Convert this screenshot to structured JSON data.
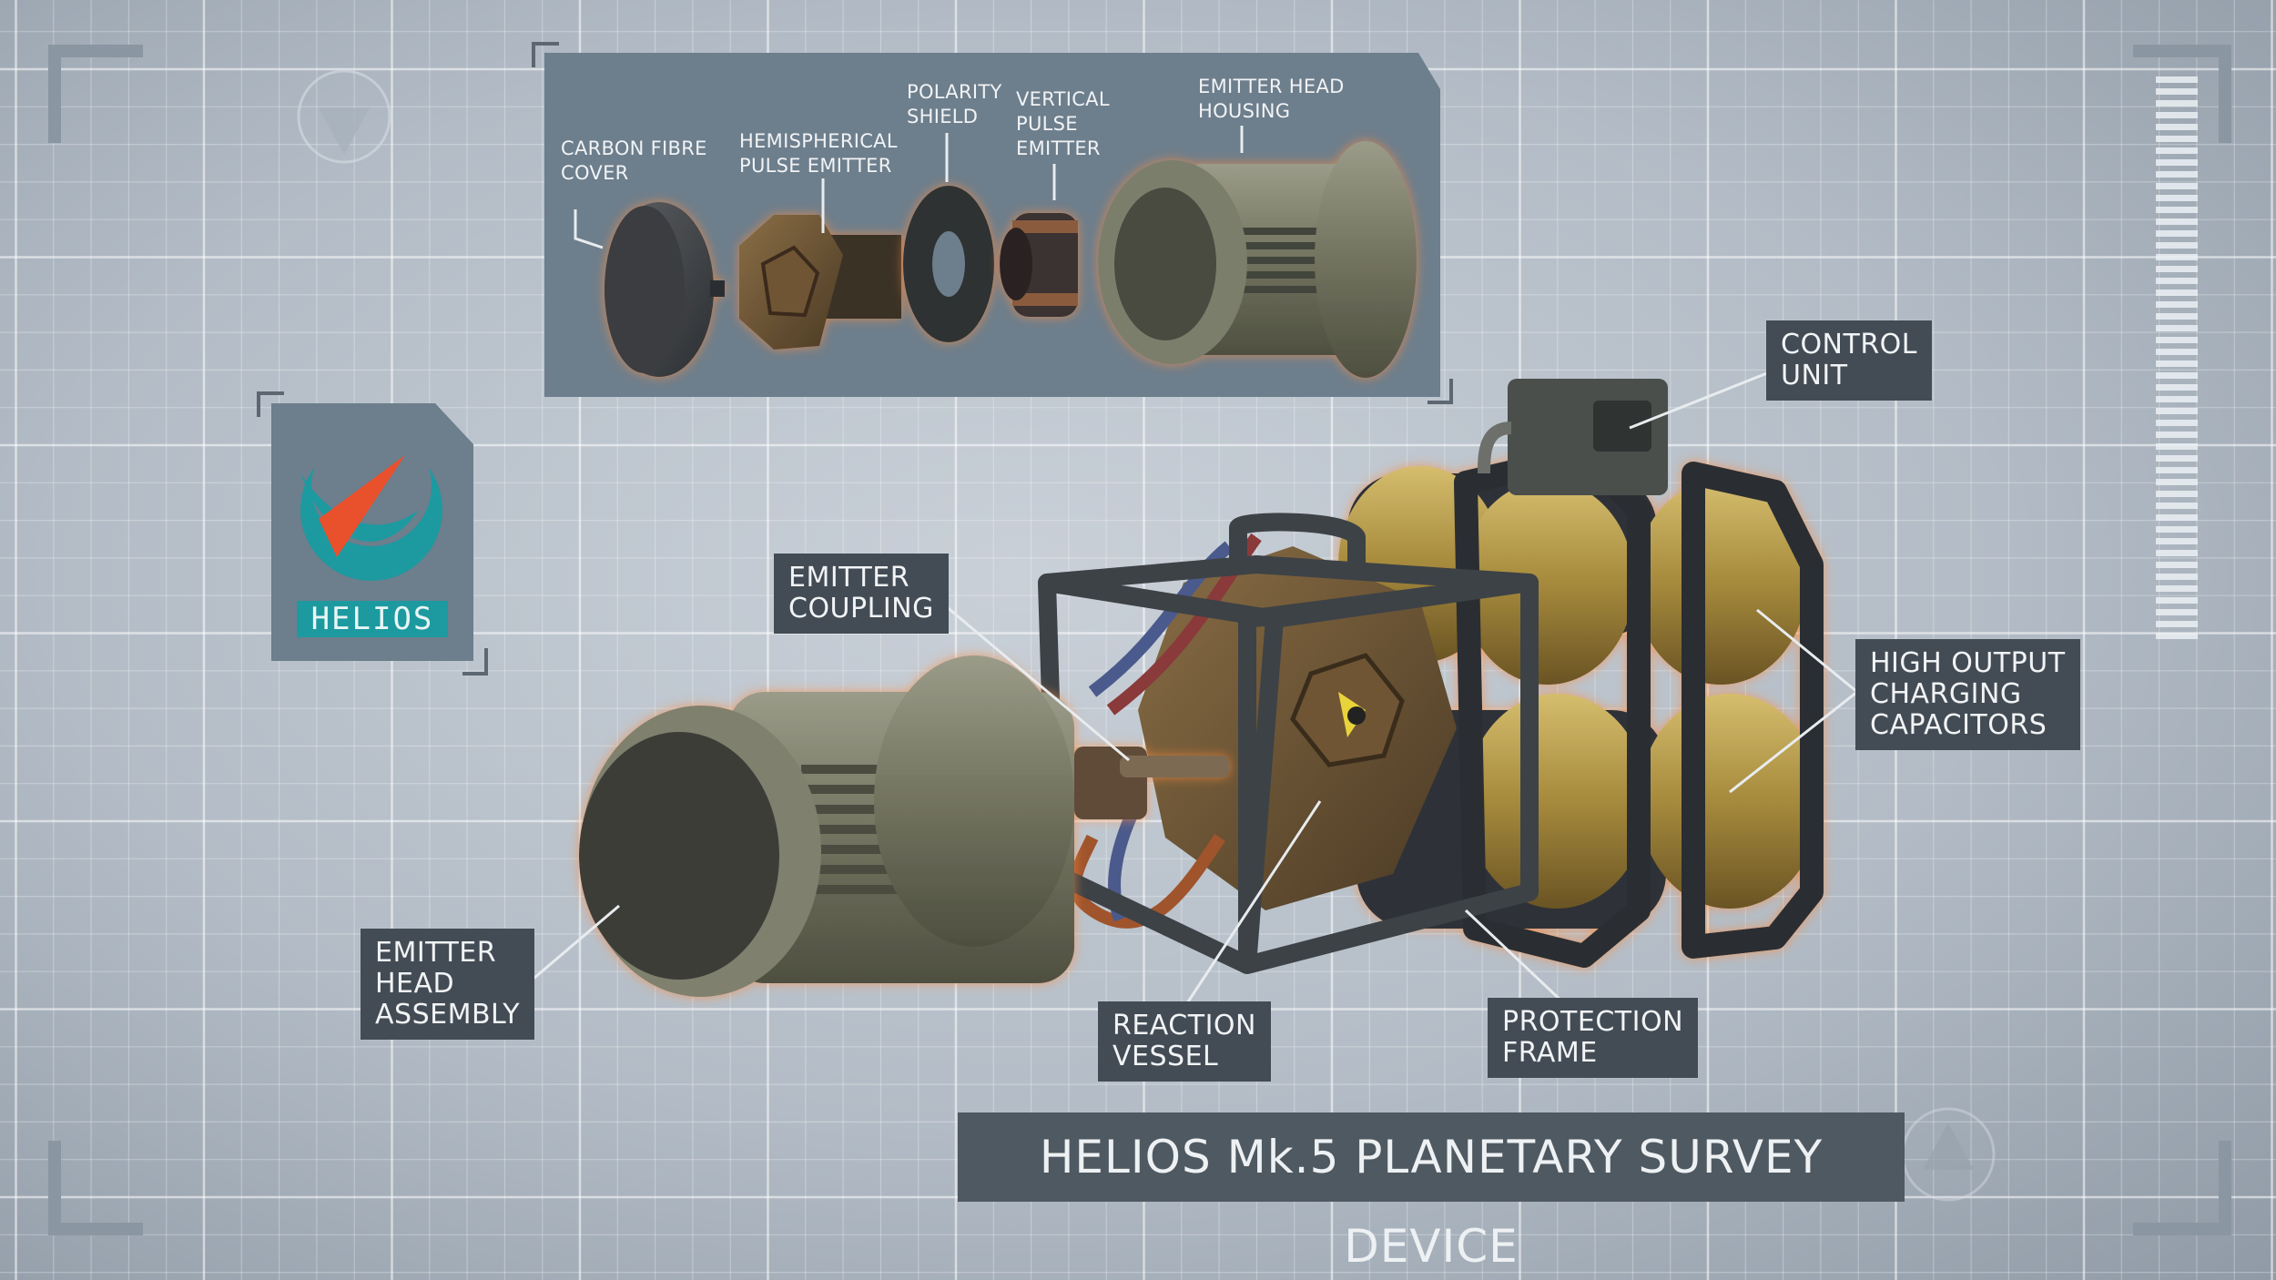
{
  "title": "HELIOS Mk.5 PLANETARY SURVEY DEVICE",
  "logo": {
    "text": "HELIOS"
  },
  "exploded_labels": {
    "carbon_fibre_cover": "CARBON FIBRE\nCOVER",
    "hemispherical_pulse_emitter": "HEMISPHERICAL\nPULSE EMITTER",
    "polarity_shield": "POLARITY\nSHIELD",
    "vertical_pulse_emitter": "VERTICAL\nPULSE\nEMITTER",
    "emitter_head_housing": "EMITTER HEAD\nHOUSING"
  },
  "callouts": {
    "control_unit": "CONTROL\nUNIT",
    "emitter_coupling": "EMITTER\nCOUPLING",
    "high_output_charging_capacitors": "HIGH OUTPUT\nCHARGING\nCAPACITORS",
    "emitter_head_assembly": "EMITTER\nHEAD\nASSEMBLY",
    "reaction_vessel": "REACTION\nVESSEL",
    "protection_frame": "PROTECTION\nFRAME"
  },
  "colors": {
    "panel": "#6d7e8c",
    "label_bg": "#434c55",
    "accent_teal": "#1c9aa0",
    "accent_orange": "#e9502c",
    "brass": "#a68a3c",
    "olive_metal": "#6c6d5e",
    "frame_dark": "#3d4246"
  }
}
